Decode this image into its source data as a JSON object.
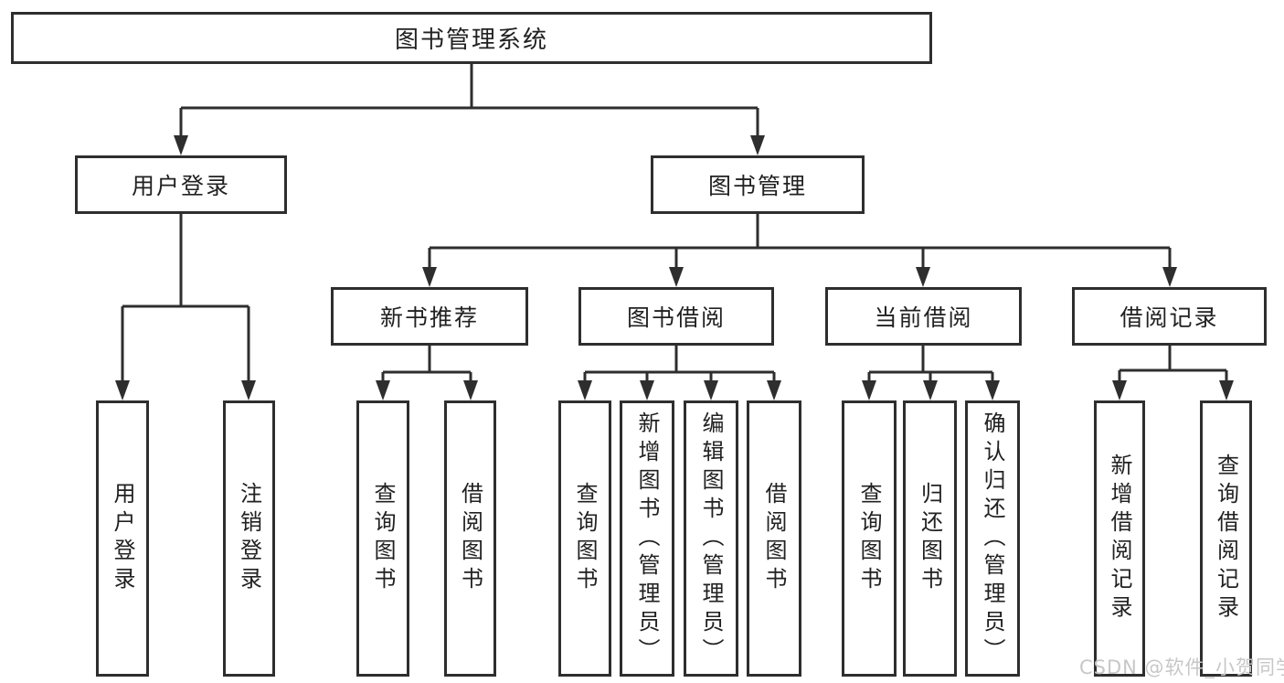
{
  "diagram": {
    "root": {
      "label": "图书管理系统"
    },
    "level2": [
      {
        "id": "user-login",
        "label": "用户登录"
      },
      {
        "id": "book-management",
        "label": "图书管理"
      }
    ],
    "level3": [
      {
        "id": "new-book-recommend",
        "label": "新书推荐"
      },
      {
        "id": "book-borrow",
        "label": "图书借阅"
      },
      {
        "id": "current-borrow",
        "label": "当前借阅"
      },
      {
        "id": "borrow-records",
        "label": "借阅记录"
      }
    ],
    "leaves": {
      "user_login": [
        "用户登录",
        "注销登录"
      ],
      "new_book_recommend": [
        "查询图书",
        "借阅图书"
      ],
      "book_borrow": [
        "查询图书",
        "新增图书（管理员）",
        "编辑图书（管理员）",
        "借阅图书"
      ],
      "current_borrow": [
        "查询图书",
        "归还图书",
        "确认归还（管理员）"
      ],
      "borrow_records": [
        "新增借阅记录",
        "查询借阅记录"
      ]
    },
    "watermark": "CSDN @软件_小贺同学",
    "colors": {
      "line": "#2e2e2e",
      "text": "#212121",
      "watermark": "#c7c7c7",
      "background": "#ffffff"
    }
  }
}
